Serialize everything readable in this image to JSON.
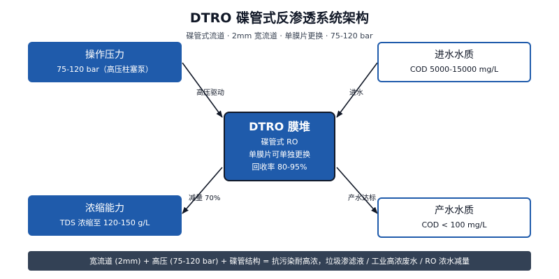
{
  "title": "DTRO 碟管式反渗透系统架构",
  "subtitle": "碟管式流道 · 2mm 宽流道 · 单膜片更换 · 75-120 bar",
  "nodes": {
    "pressure": {
      "title": "操作压力",
      "line1": "75-120 bar（高压柱塞泵）"
    },
    "influent": {
      "title": "进水水质",
      "line1": "COD 5000-15000 mg/L"
    },
    "center": {
      "title": "DTRO 膜堆",
      "line1": "碟管式 RO",
      "line2": "单膜片可单独更换",
      "line3": "回收率 80-95%"
    },
    "concentrate": {
      "title": "浓缩能力",
      "line1": "TDS 浓缩至 120-150 g/L"
    },
    "permeate": {
      "title": "产水水质",
      "line1": "COD < 100 mg/L"
    }
  },
  "edges": {
    "pressure_label": "高压驱动",
    "influent_label": "进水",
    "concentrate_label": "减量 70%",
    "permeate_label": "产水达标"
  },
  "footer": "宽流道 (2mm) + 高压 (75-120 bar) + 碟管结构 = 抗污染耐高浓，垃圾渗滤液 / 工业高浓废水 / RO 浓水减量",
  "colors": {
    "primary": "#1f5bab",
    "footer": "#334155",
    "arrow": "#111827"
  }
}
